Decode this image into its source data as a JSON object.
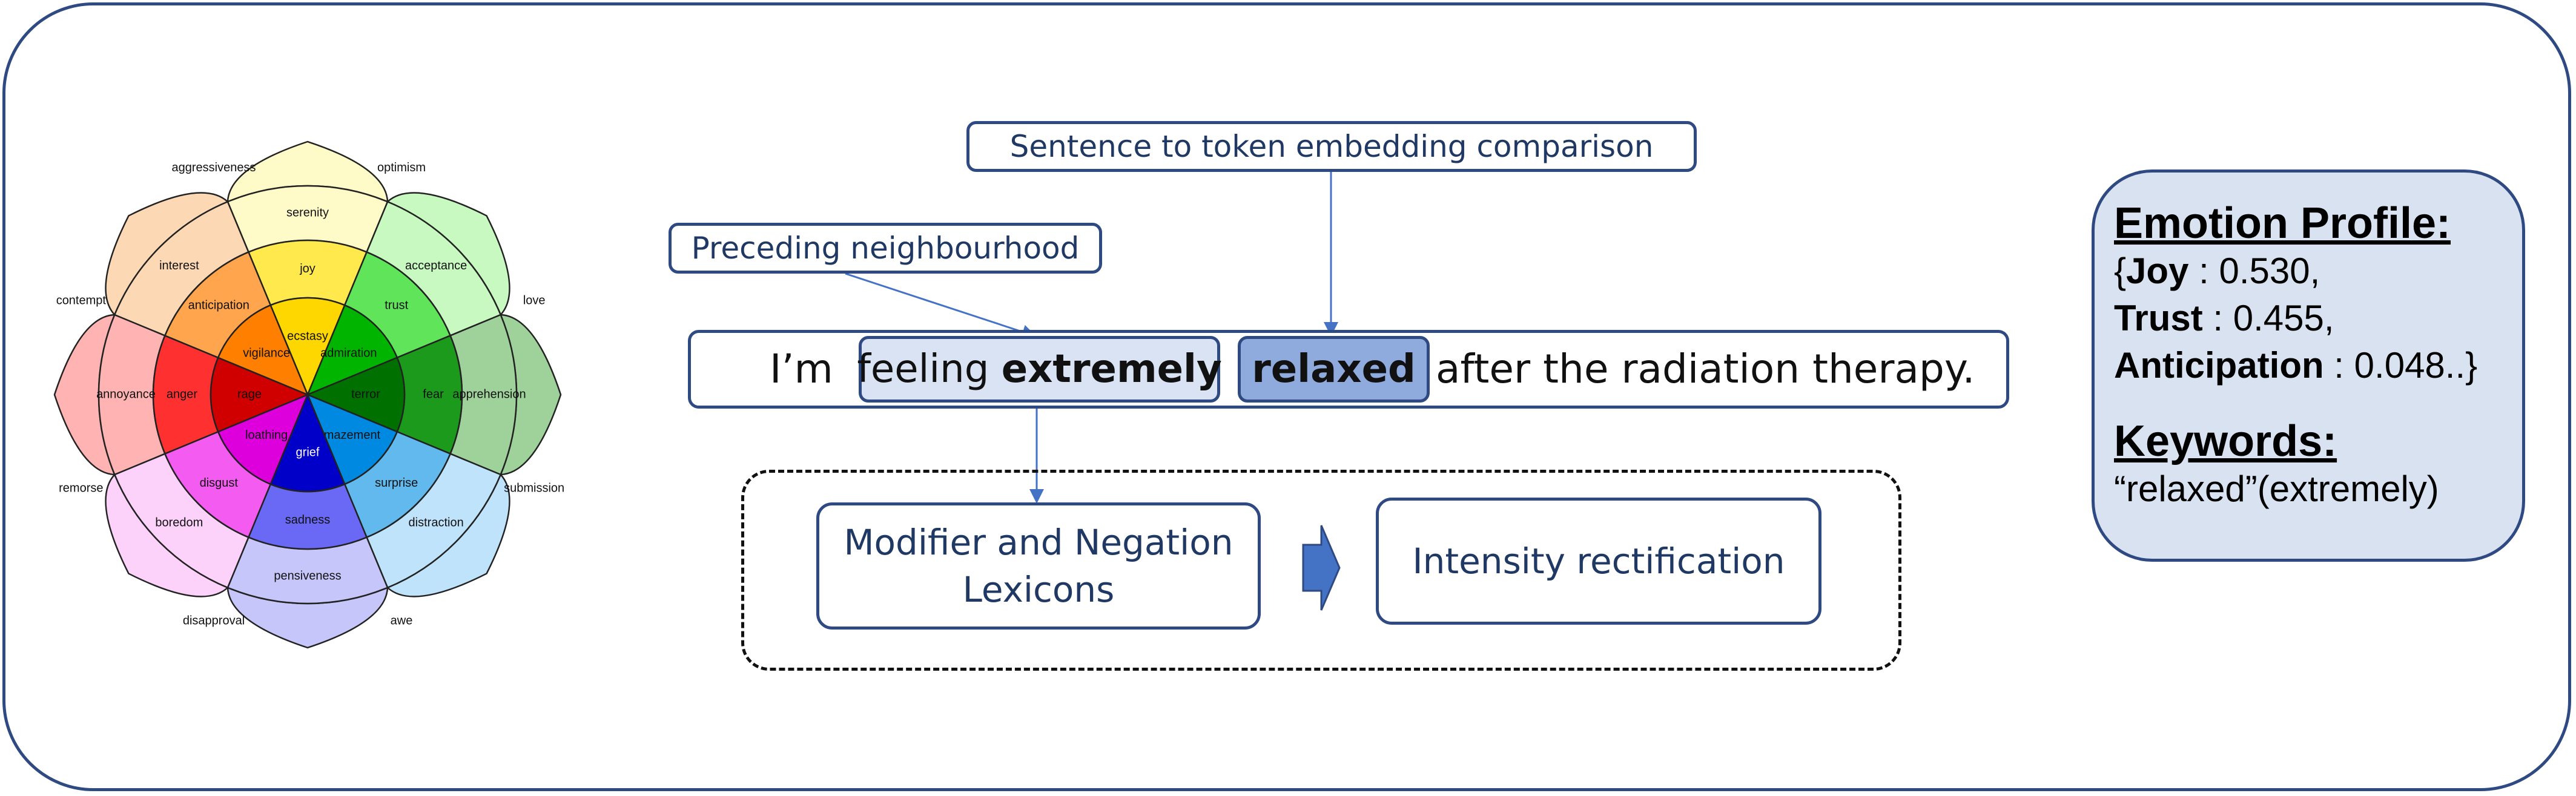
{
  "wheel": {
    "outer_labels": [
      "optimism",
      "love",
      "submission",
      "awe",
      "disapproval",
      "remorse",
      "contempt",
      "aggressiveness"
    ],
    "petals": [
      {
        "id": "joy",
        "mild": "serenity",
        "base": "joy",
        "intense": "ecstasy",
        "colors": [
          "#fffbc8",
          "#ffe94d",
          "#ffd700"
        ]
      },
      {
        "id": "trust",
        "mild": "acceptance",
        "base": "trust",
        "intense": "admiration",
        "colors": [
          "#c7f9c0",
          "#5fe45a",
          "#00b400"
        ]
      },
      {
        "id": "fear",
        "mild": "apprehension",
        "base": "fear",
        "intense": "terror",
        "colors": [
          "#9fd29a",
          "#1c9a1c",
          "#007000"
        ]
      },
      {
        "id": "surprise",
        "mild": "distraction",
        "base": "surprise",
        "intense": "amazement",
        "colors": [
          "#bfe3fa",
          "#62b9ee",
          "#0089e0"
        ]
      },
      {
        "id": "sadness",
        "mild": "pensiveness",
        "base": "sadness",
        "intense": "grief",
        "colors": [
          "#c6c6fb",
          "#6969f5",
          "#0000c8"
        ]
      },
      {
        "id": "disgust",
        "mild": "boredom",
        "base": "disgust",
        "intense": "loathing",
        "colors": [
          "#fcd2fa",
          "#f45cf1",
          "#dd00dd"
        ]
      },
      {
        "id": "anger",
        "mild": "annoyance",
        "base": "anger",
        "intense": "rage",
        "colors": [
          "#ffb3b3",
          "#ff3030",
          "#d00000"
        ]
      },
      {
        "id": "anticipation",
        "mild": "interest",
        "base": "anticipation",
        "intense": "vigilance",
        "colors": [
          "#fdd8b5",
          "#ffa54d",
          "#ff7f00"
        ]
      }
    ]
  },
  "boxes": {
    "sentence_token": "Sentence to token embedding comparison",
    "preceding": "Preceding neighbourhood",
    "modifier_line1": "Modifier and Negation",
    "modifier_line2": "Lexicons",
    "intensity": "Intensity rectification"
  },
  "sentence": {
    "prefix": "I’m",
    "chip1_normal": "feeling",
    "chip1_bold": "extremely",
    "chip2": "relaxed",
    "suffix": "after the radiation therapy."
  },
  "profile": {
    "title": "Emotion Profile:",
    "open": "{",
    "entries": [
      {
        "name": "Joy",
        "sep": " : ",
        "value": "0.530,"
      },
      {
        "name": "Trust",
        "sep": " : ",
        "value": "0.455,"
      },
      {
        "name": "Anticipation",
        "sep": " : ",
        "value": "0.048..}"
      }
    ],
    "keywords_title": "Keywords:",
    "keywords": "“relaxed”(extremely)"
  },
  "colors": {
    "border": "#2f4a82",
    "chip_light": "#dae3f3",
    "chip_dark": "#8faadc",
    "arrow": "#4472c4",
    "profile_bg": "#d9e2f1"
  }
}
